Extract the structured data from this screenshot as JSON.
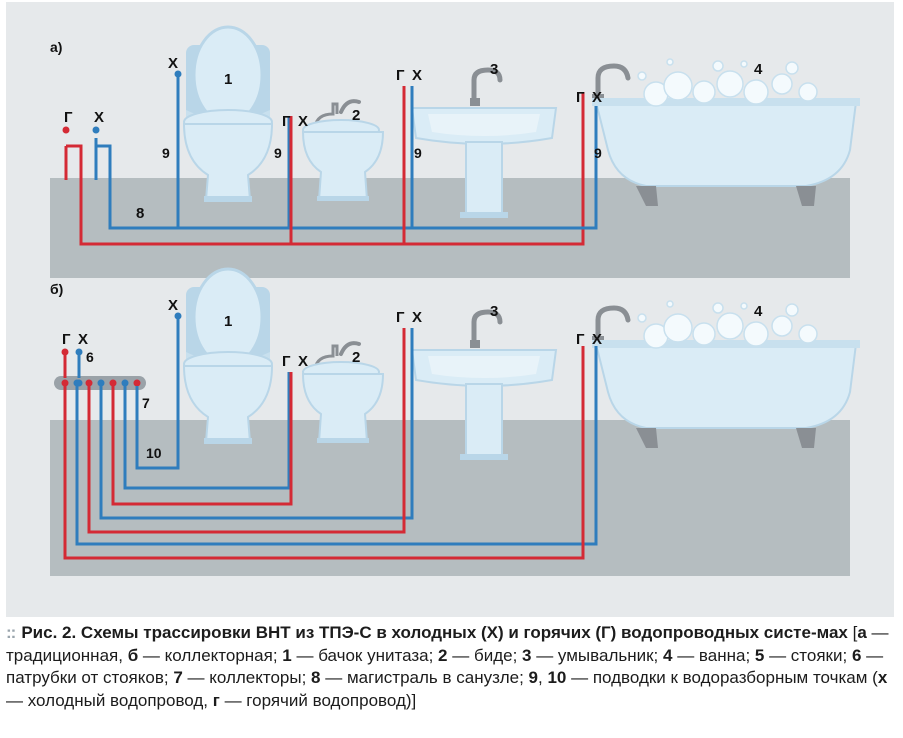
{
  "colors": {
    "hot": "#d42a35",
    "cold": "#2f7dbd",
    "floor": "#b5bdc0",
    "wall": "#e6e9eb",
    "fixture": "#daecf6",
    "fixture_shade": "#b9d6e8",
    "collector": "#9aa2a8"
  },
  "labels": {
    "hot": "Г",
    "cold": "Х",
    "scheme_a": "а)",
    "scheme_b": "б)",
    "n1": "1",
    "n2": "2",
    "n3": "3",
    "n4": "4",
    "n6": "6",
    "n7": "7",
    "n8": "8",
    "n9": "9",
    "n10": "10"
  },
  "caption": {
    "dots": "::",
    "title": "Рис. 2. Схемы трассировки ВНТ из ТПЭ-С в холодных (Х) и горячих (Г) водопроводных систе-мах",
    "parts": [
      {
        "key": "а",
        "text": " — традиционная, "
      },
      {
        "key": "б",
        "text": " — коллекторная; "
      },
      {
        "key": "1",
        "text": " — бачок унитаза; "
      },
      {
        "key": "2",
        "text": " — биде; "
      },
      {
        "key": "3",
        "text": " — умывальник; "
      },
      {
        "key": "4",
        "text": " — ванна; "
      },
      {
        "key": "5",
        "text": " — стояки; "
      },
      {
        "key": "6",
        "text": " — патрубки от стояков; "
      },
      {
        "key": "7",
        "text": " — коллекторы; "
      },
      {
        "key": "8",
        "text": " — магистраль в санузле; "
      },
      {
        "key": "9",
        "text": ", "
      },
      {
        "key": "10",
        "text": " — подводки к водоразборным точкам ("
      },
      {
        "key": "х",
        "text": " — холодный водопровод, "
      },
      {
        "key": "г",
        "text": " — горячий водопровод)]"
      }
    ]
  }
}
